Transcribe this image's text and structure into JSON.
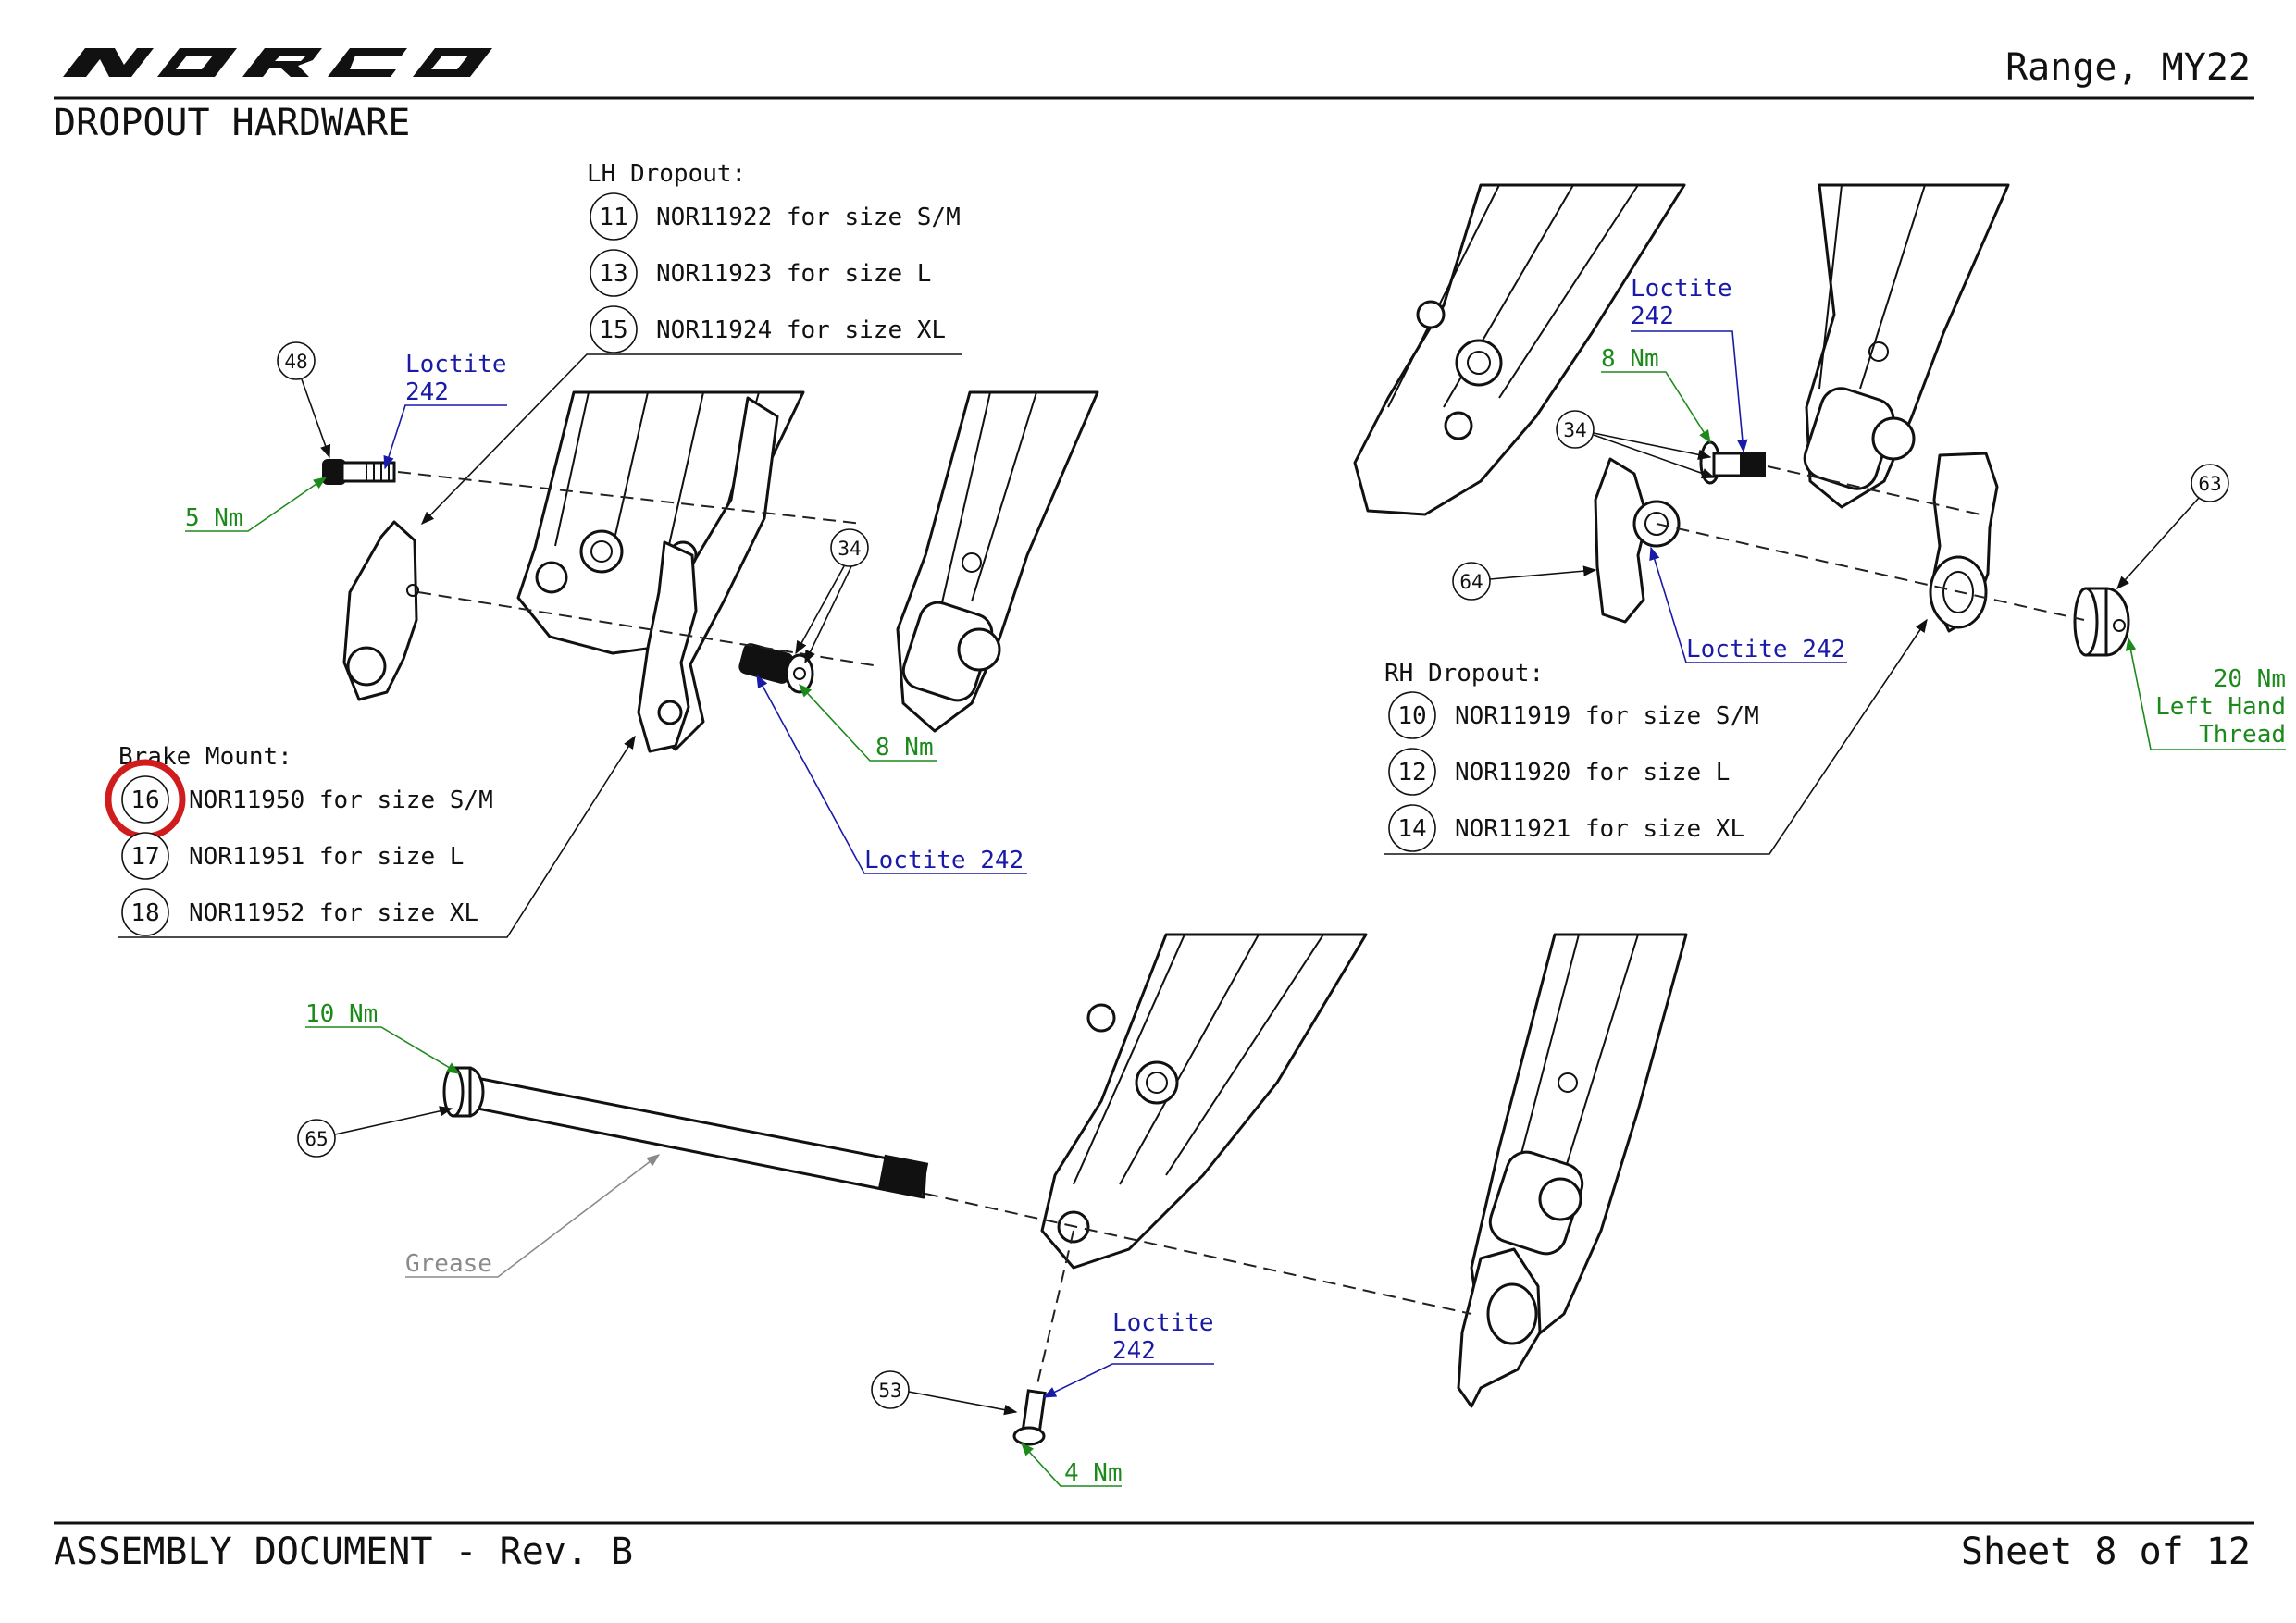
{
  "header": {
    "logo_text": "NORCO",
    "model": "Range, MY22",
    "section_title": "DROPOUT HARDWARE"
  },
  "footer": {
    "document": "ASSEMBLY DOCUMENT - Rev. B",
    "sheet": "Sheet 8 of 12"
  },
  "lh_dropout": {
    "title": "LH Dropout:",
    "items": [
      {
        "num": "11",
        "text": "NOR11922 for size S/M"
      },
      {
        "num": "13",
        "text": "NOR11923 for size L"
      },
      {
        "num": "15",
        "text": "NOR11924 for size XL"
      }
    ]
  },
  "brake_mount": {
    "title": "Brake Mount:",
    "items": [
      {
        "num": "16",
        "text": "NOR11950 for size S/M"
      },
      {
        "num": "17",
        "text": "NOR11951 for size L"
      },
      {
        "num": "18",
        "text": "NOR11952 for size XL"
      }
    ]
  },
  "rh_dropout": {
    "title": "RH Dropout:",
    "items": [
      {
        "num": "10",
        "text": "NOR11919 for size S/M"
      },
      {
        "num": "12",
        "text": "NOR11920 for size L"
      },
      {
        "num": "14",
        "text": "NOR11921 for size XL"
      }
    ]
  },
  "callouts": {
    "c48": "48",
    "c34a": "34",
    "c34b": "34",
    "c63": "63",
    "c64": "64",
    "c65": "65",
    "c53": "53"
  },
  "notes": {
    "loctite_tl_1": "Loctite",
    "loctite_tl_2": "242",
    "torque_5": "5 Nm",
    "torque_8a": "8 Nm",
    "loctite_mid": "Loctite 242",
    "loctite_tr_1": "Loctite",
    "loctite_tr_2": "242",
    "torque_8b": "8 Nm",
    "loctite_rh": "Loctite 242",
    "torque_20": "20 Nm",
    "left_hand": "Left Hand",
    "thread": "Thread",
    "torque_10": "10 Nm",
    "grease": "Grease",
    "loctite_bot_1": "Loctite",
    "loctite_bot_2": "242",
    "torque_4": "4 Nm"
  },
  "colors": {
    "loctite": "#1a1aa8",
    "torque": "#1b8a1b",
    "grease": "#8a8a8a",
    "highlight": "#d01c1c"
  }
}
